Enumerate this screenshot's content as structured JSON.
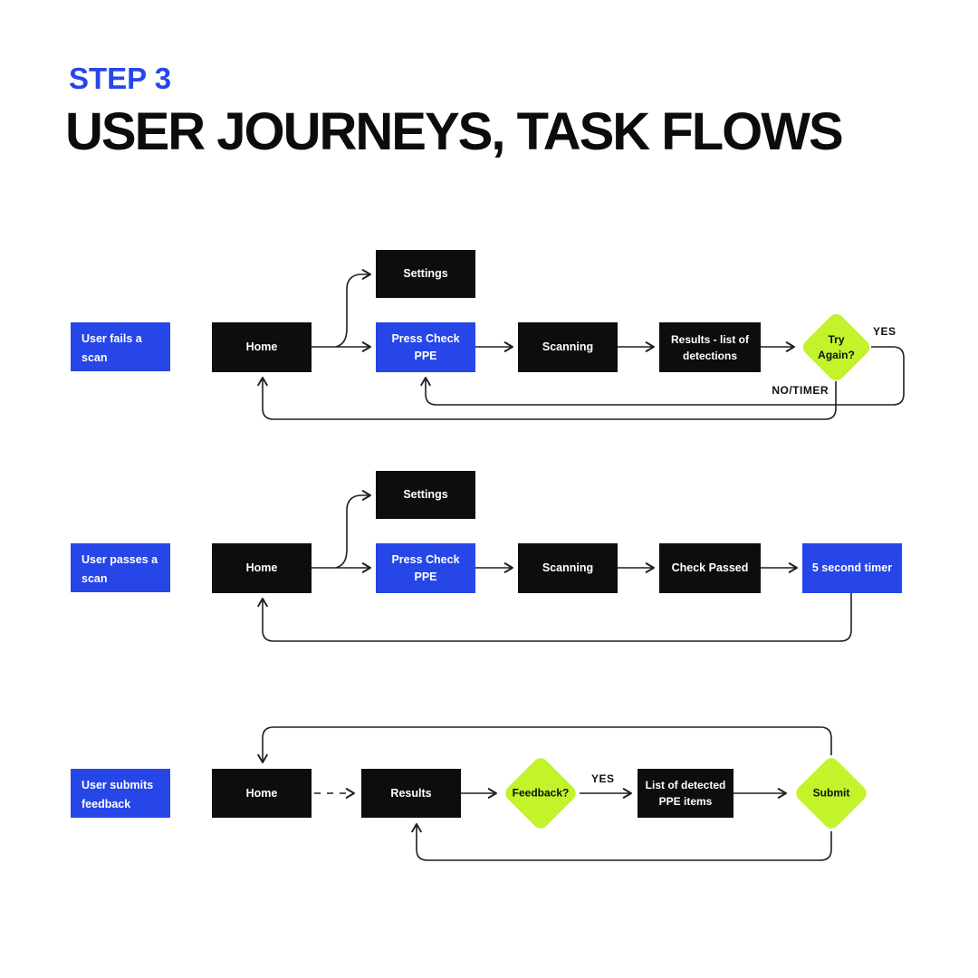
{
  "header": {
    "step_label": "STEP 3",
    "title": "USER JOURNEYS, TASK FLOWS"
  },
  "colors": {
    "accent_blue": "#2646e8",
    "accent_green": "#c2f32b",
    "node_black": "#0d0d0d",
    "connector": "#1f1f1f",
    "background": "#ffffff"
  },
  "flows": [
    {
      "journey_label": "User fails a scan",
      "nodes": {
        "home": "Home",
        "settings": "Settings",
        "press_check": "Press Check PPE",
        "scanning": "Scanning",
        "results": "Results - list of detections",
        "decision": "Try Again?"
      },
      "edge_labels": {
        "yes": "YES",
        "no_timer": "NO/TIMER"
      }
    },
    {
      "journey_label": "User passes a scan",
      "nodes": {
        "home": "Home",
        "settings": "Settings",
        "press_check": "Press Check PPE",
        "scanning": "Scanning",
        "check_passed": "Check Passed",
        "timer": "5 second timer"
      }
    },
    {
      "journey_label": "User submits feedback",
      "nodes": {
        "home": "Home",
        "results": "Results",
        "decision": "Feedback?",
        "list": "List of detected PPE items",
        "submit": "Submit"
      },
      "edge_labels": {
        "yes": "YES"
      }
    }
  ]
}
